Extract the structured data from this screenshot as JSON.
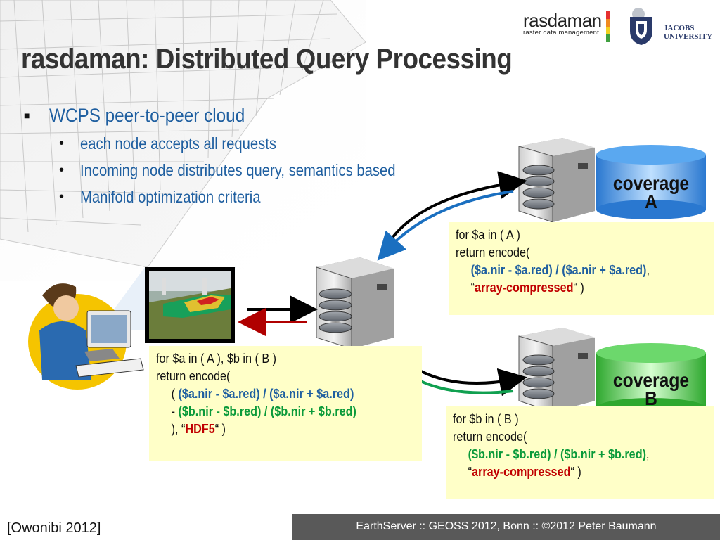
{
  "title": "rasdaman: Distributed Query Processing",
  "logos": {
    "rasdaman_name": "rasdaman",
    "rasdaman_tagline": "raster data management",
    "jacobs_line1": "JACOBS",
    "jacobs_line2": "UNIVERSITY"
  },
  "bullets": {
    "main": "WCPS peer-to-peer cloud",
    "sub": [
      "each node accepts all requests",
      "Incoming node distributes query, semantics based",
      "Manifold optimization criteria"
    ]
  },
  "coverages": {
    "a": {
      "line1": "coverage",
      "line2": "A"
    },
    "b": {
      "line1": "coverage",
      "line2": "B"
    }
  },
  "query_a": {
    "l1": "for $a in ( A )",
    "l2": "return encode(",
    "l3_expr": "($a.nir - $a.red) / ($a.nir + $a.red)",
    "l3_tail": ",",
    "l4_open": "“",
    "l4_format": "array-compressed",
    "l4_close": "“ )"
  },
  "query_b": {
    "l1": "for $b in ( B )",
    "l2": "return encode(",
    "l3_expr": "($b.nir - $b.red) / ($b.nir + $b.red)",
    "l3_tail": ",",
    "l4_open": "“",
    "l4_format": "array-compressed",
    "l4_close": "“ )"
  },
  "query_main": {
    "l1": "for $a in ( A ), $b in ( B )",
    "l2": "return encode(",
    "l3_open": "( ",
    "l3_expr": "($a.nir - $a.red) / ($a.nir + $a.red)",
    "l4_open": "- ",
    "l4_expr": "($b.nir - $b.red) / ($b.nir + $b.red)",
    "l5_open": "), “",
    "l5_format": "HDF5",
    "l5_close": "“ )"
  },
  "footer": {
    "citation": "[Owonibi 2012]",
    "credit": "EarthServer ::  GEOSS 2012, Bonn :: ©2012 Peter Baumann"
  },
  "colors": {
    "title": "#333333",
    "bullet_text": "#1f5fa0",
    "box_bg": "#ffffc8",
    "expr_blue": "#1f5fa0",
    "expr_green": "#0a9a3a",
    "format_red": "#c00000",
    "arrow_blue": "#1a6fc0",
    "arrow_green": "#10a050",
    "arrow_black": "#000000",
    "arrow_red": "#b00000",
    "footer_bg": "#595959"
  }
}
